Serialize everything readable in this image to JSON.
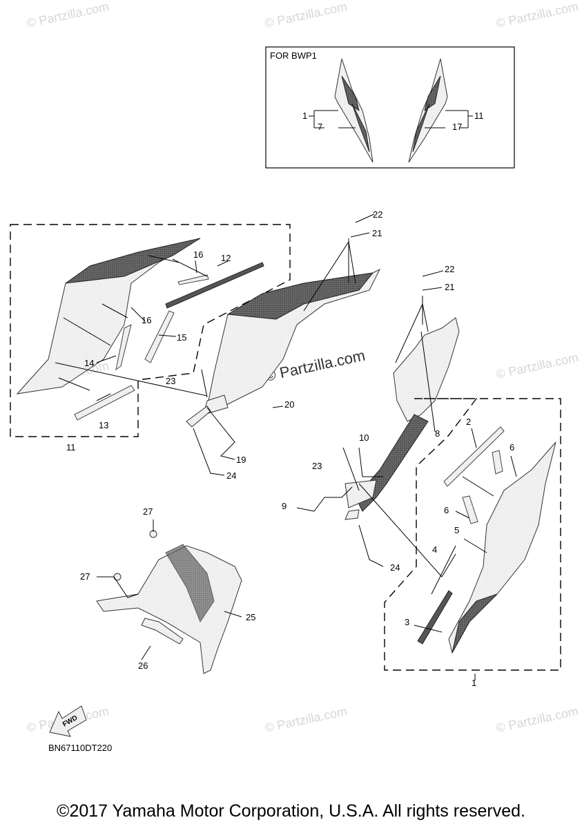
{
  "watermark": "© Partzilla.com",
  "inset": {
    "title": "FOR BWP1"
  },
  "callouts": [
    "1",
    "7",
    "17",
    "11",
    "22",
    "21",
    "22",
    "21",
    "16",
    "12",
    "16",
    "15",
    "14",
    "23",
    "13",
    "11",
    "20",
    "19",
    "24",
    "8",
    "2",
    "6",
    "6",
    "5",
    "4",
    "3",
    "1",
    "10",
    "23",
    "9",
    "24",
    "27",
    "27",
    "25",
    "26"
  ],
  "fwd_label": "FWD",
  "drawing_code": "BN67110DT220",
  "copyright": "©2017 Yamaha Motor Corporation, U.S.A. All rights reserved."
}
